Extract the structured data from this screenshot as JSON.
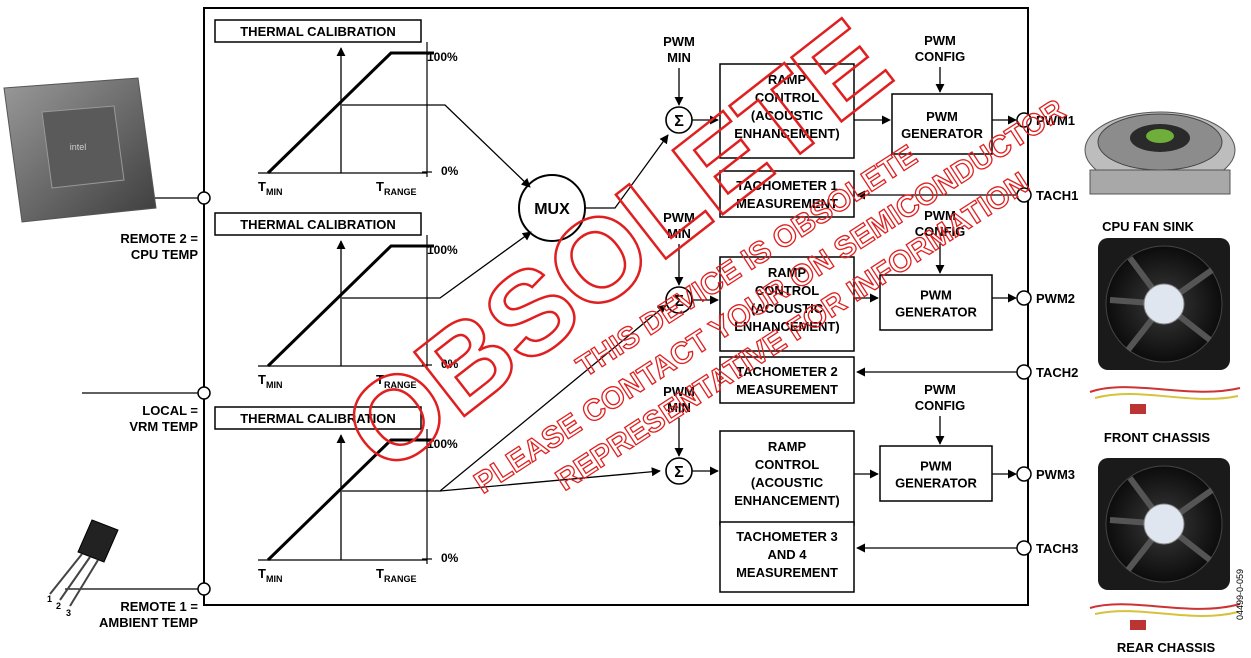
{
  "thermal_calibration": {
    "title": "THERMAL CALIBRATION",
    "max_label": "100%",
    "min_label": "0%",
    "tmin": "T",
    "tmin_sub": "MIN",
    "trange": "T",
    "trange_sub": "RANGE"
  },
  "inputs": {
    "remote2": [
      "REMOTE 2 =",
      "CPU TEMP"
    ],
    "local": [
      "LOCAL =",
      "VRM TEMP"
    ],
    "remote1": [
      "REMOTE 1 =",
      "AMBIENT TEMP"
    ],
    "sensor_pins": [
      "1",
      "2",
      "3"
    ]
  },
  "mux_label": "MUX",
  "sum_symbol": "Σ",
  "pwm_min": [
    "PWM",
    "MIN"
  ],
  "pwm_config": [
    "PWM",
    "CONFIG"
  ],
  "ramp_control": [
    "RAMP",
    "CONTROL",
    "(ACOUSTIC",
    "ENHANCEMENT)"
  ],
  "pwm_generator": [
    "PWM",
    "GENERATOR"
  ],
  "tach_blocks": [
    [
      "TACHOMETER 1",
      "MEASUREMENT"
    ],
    [
      "TACHOMETER 2",
      "MEASUREMENT"
    ],
    [
      "TACHOMETER 3",
      "AND 4",
      "MEASUREMENT"
    ]
  ],
  "outputs": {
    "pwm": [
      "PWM1",
      "PWM2",
      "PWM3"
    ],
    "tach": [
      "TACH1",
      "TACH2",
      "TACH3"
    ]
  },
  "fans": [
    "CPU FAN SINK",
    "FRONT CHASSIS",
    "REAR CHASSIS"
  ],
  "watermark": {
    "big": "OBSOLETE",
    "lines": [
      "THIS DEVICE IS OBSOLETE",
      "PLEASE CONTACT YOUR ON SEMICONDUCTOR",
      "REPRESENTATIVE FOR INFORMATION"
    ]
  },
  "figure_id": "04499-0-059",
  "colors": {
    "watermark": "#e02020",
    "line": "#000000"
  }
}
